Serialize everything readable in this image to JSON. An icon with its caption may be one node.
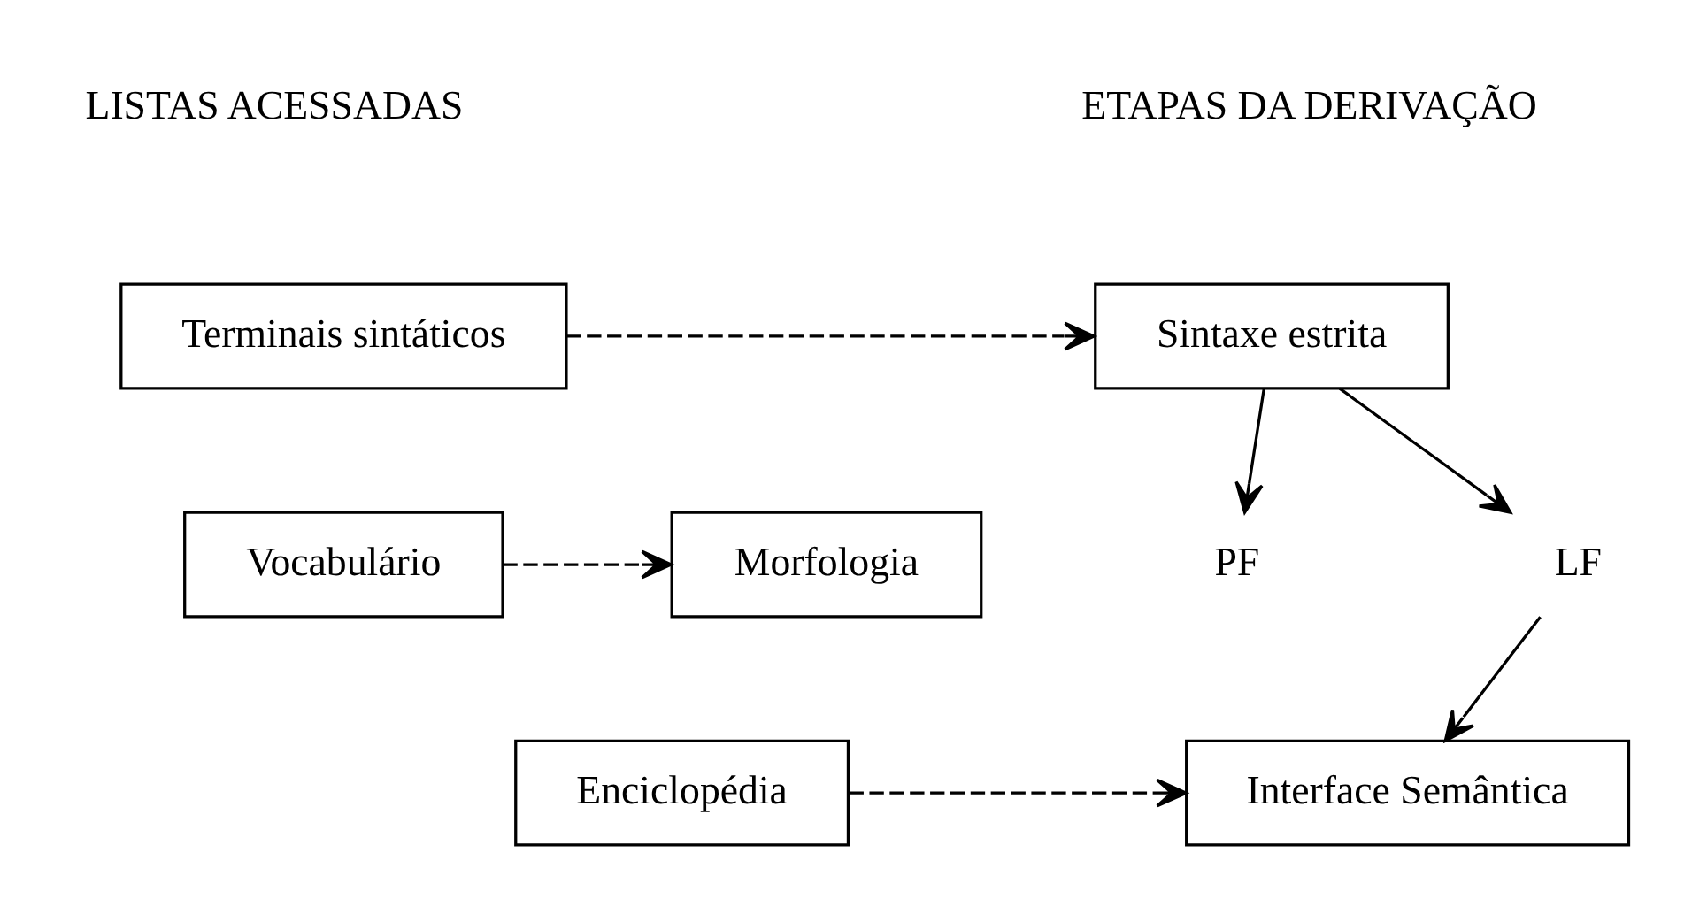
{
  "diagram": {
    "nodes": [
      {
        "text": [
          "Terminais sintáticos"
        ]
      },
      {
        "text": [
          "Sintaxe estrita"
        ]
      },
      {
        "text": [
          "Vocabulário"
        ]
      },
      {
        "text": [
          "Morfologia"
        ]
      },
      {
        "text": [
          "PF"
        ]
      },
      {
        "text": [
          "LF"
        ]
      },
      {
        "text": [
          "Enciclopédia"
        ]
      },
      {
        "text": [
          "Interface Semântica"
        ]
      }
    ],
    "edges": [
      {
        "from": 0,
        "to": 1,
        "arrow": "to",
        "style": "dashed"
      },
      {
        "from": 1,
        "to": 4,
        "arrow": "to"
      },
      {
        "from": 1,
        "to": 5,
        "arrow": "to"
      },
      {
        "from": 2,
        "to": 3,
        "arrow": "to",
        "style": "dashed"
      },
      {
        "from": 5,
        "to": 7,
        "arrow": "to"
      },
      {
        "from": 6,
        "to": 7,
        "arrow": "to",
        "style": "dashed"
      }
    ],
    "labels": [
      "LISTAS ACESSADAS",
      "ETAPAS DA DERIVAÇÃO"
    ]
  }
}
